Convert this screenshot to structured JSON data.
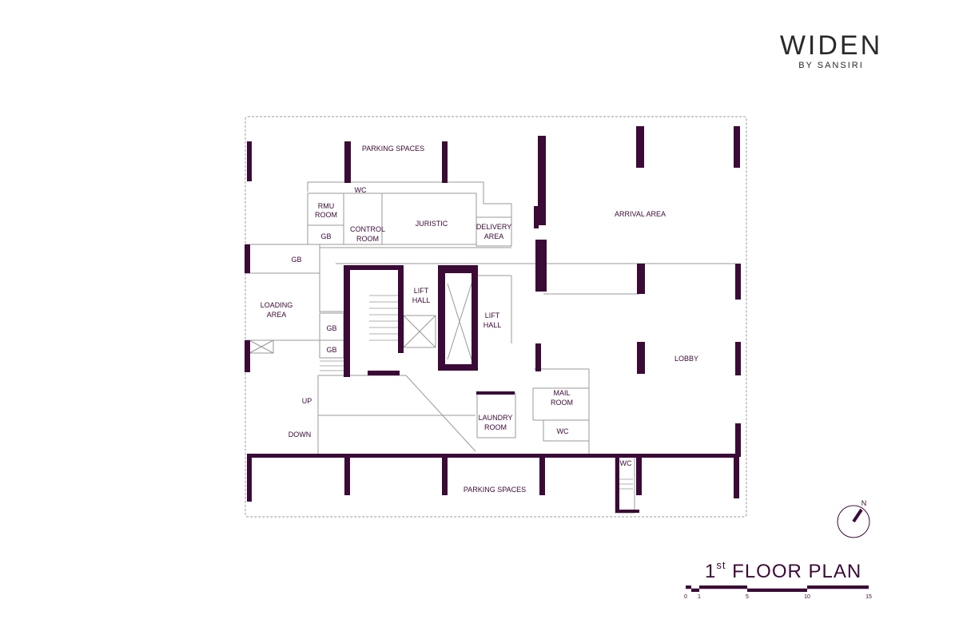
{
  "brand": {
    "name": "WIDEN",
    "sub": "BY SANSIRI"
  },
  "rooms": {
    "parking_top": "PARKING SPACES",
    "parking_bottom": "PARKING SPACES",
    "arrival": "ARRIVAL AREA",
    "wc_top": "WC",
    "rmu_1": "RMU",
    "rmu_2": "ROOM",
    "gb_1": "GB",
    "gb_2": "GB",
    "gb_3": "GB",
    "gb_4": "GB",
    "control_1": "CONTROL",
    "control_2": "ROOM",
    "juristic": "JURISTIC",
    "delivery_1": "DELIVERY",
    "delivery_2": "AREA",
    "loading_1": "LOADING",
    "loading_2": "AREA",
    "lift_hall_1a": "LIFT",
    "lift_hall_1b": "HALL",
    "lift_hall_2a": "LIFT",
    "lift_hall_2b": "HALL",
    "lobby": "LOBBY",
    "mail_1": "MAIL",
    "mail_2": "ROOM",
    "laundry_1": "LAUNDRY",
    "laundry_2": "ROOM",
    "wc_mid": "WC",
    "wc_bottom": "WC",
    "up": "UP",
    "down": "DOWN"
  },
  "compass": {
    "label": "N"
  },
  "title": {
    "number": "1",
    "suffix": "st",
    "text": "FLOOR PLAN"
  },
  "scale": {
    "ticks": [
      "0",
      "1",
      "5",
      "10",
      "15"
    ]
  },
  "colors": {
    "wall": "#3b0a36",
    "line": "#9a9a9a"
  }
}
